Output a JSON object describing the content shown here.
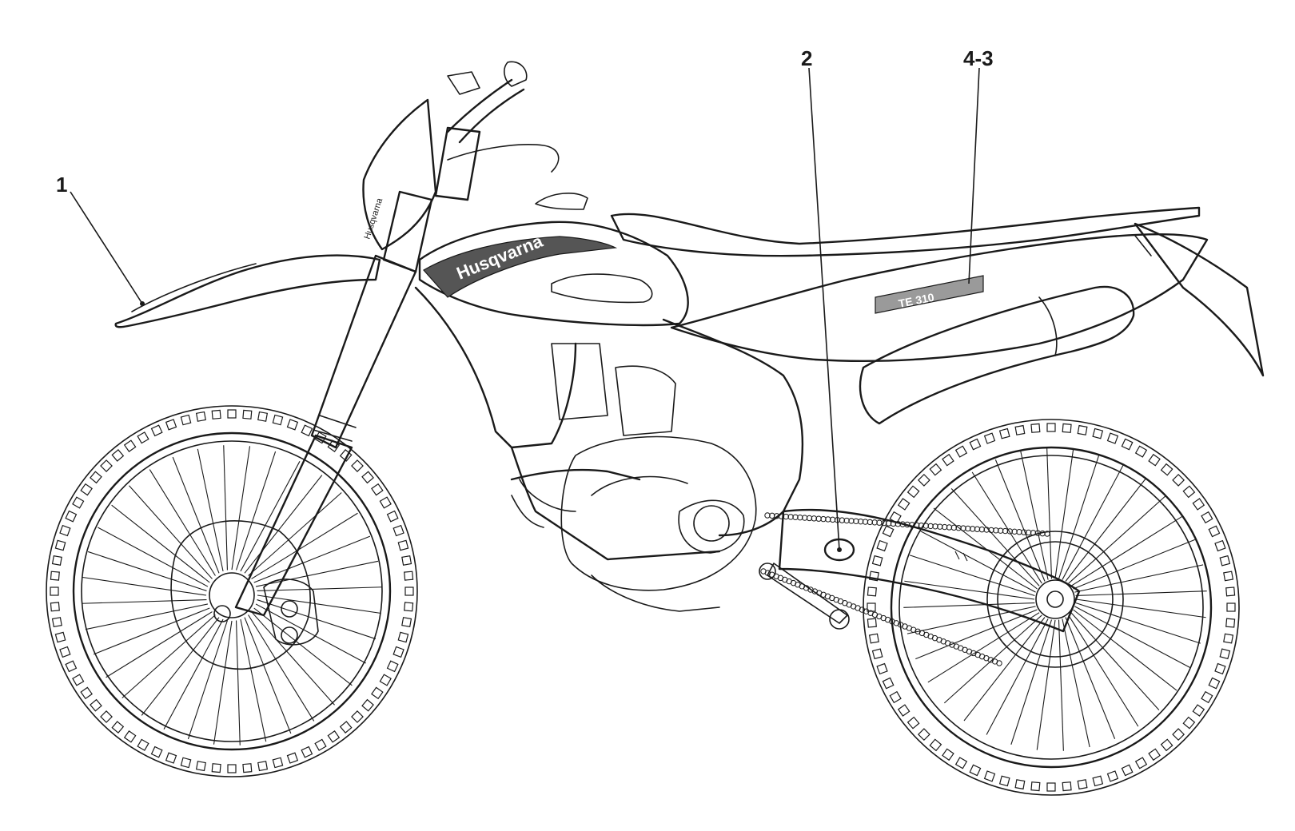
{
  "diagram": {
    "callouts": [
      {
        "id": "c1",
        "label": "1"
      },
      {
        "id": "c2",
        "label": "2"
      },
      {
        "id": "c43",
        "label": "4-3"
      }
    ],
    "tank_brand": "Husqvarna",
    "headlight_brand": "Husqvarna",
    "side_panel_text": "TE 310"
  }
}
